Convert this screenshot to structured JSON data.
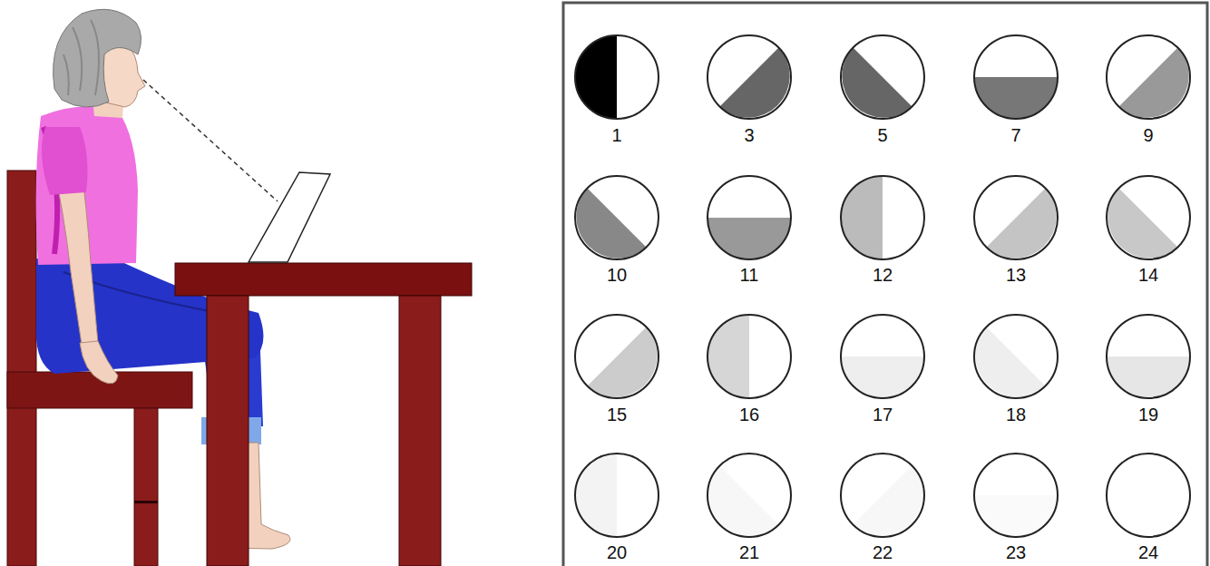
{
  "diagram": {
    "labels": [
      "1",
      "3",
      "5",
      "7",
      "9",
      "10",
      "11",
      "12",
      "13",
      "14",
      "15",
      "16",
      "17",
      "18",
      "19",
      "20",
      "21",
      "22",
      "23",
      "24"
    ]
  }
}
